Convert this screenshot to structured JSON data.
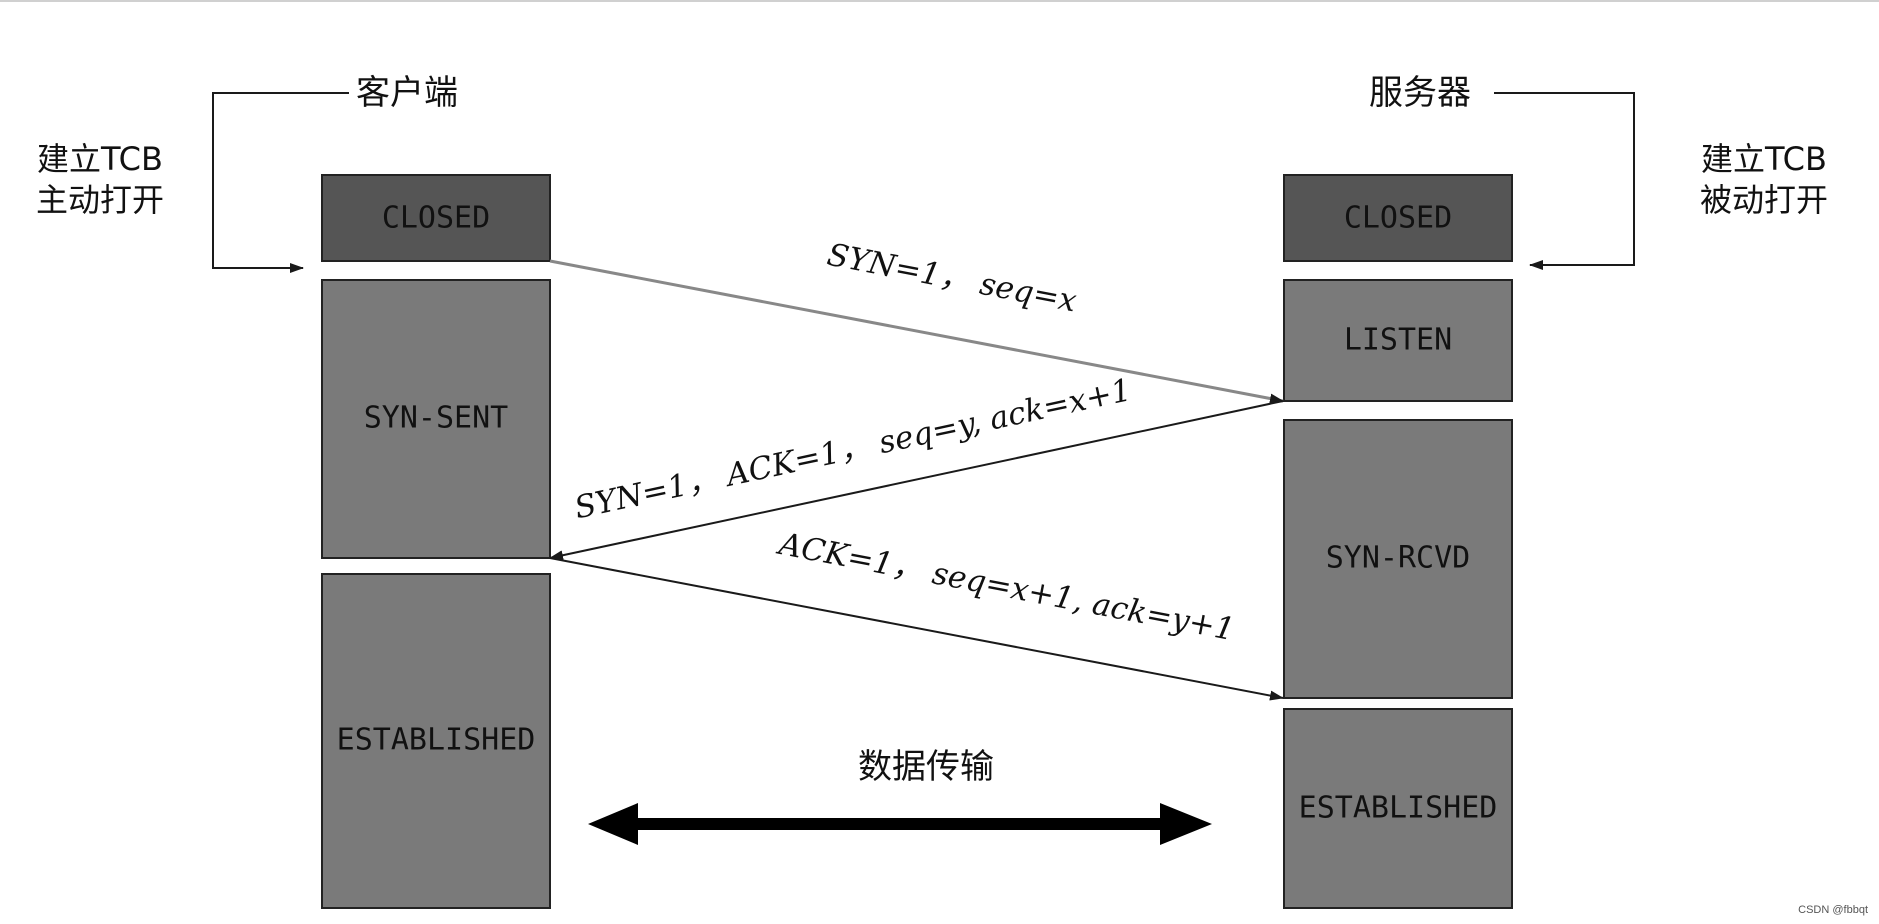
{
  "client": {
    "title": "客户端",
    "side_note_line1": "建立TCB",
    "side_note_line2": "主动打开",
    "states": [
      "CLOSED",
      "SYN-SENT",
      "ESTABLISHED"
    ]
  },
  "server": {
    "title": "服务器",
    "side_note_line1": "建立TCB",
    "side_note_line2": "被动打开",
    "states": [
      "CLOSED",
      "LISTEN",
      "SYN-RCVD",
      "ESTABLISHED"
    ]
  },
  "messages": [
    {
      "label": "SYN=1， seq=x",
      "direction": "client-to-server"
    },
    {
      "label": "SYN=1， ACK=1， seq=y, ack=x+1",
      "direction": "server-to-client"
    },
    {
      "label": "ACK=1， seq=x+1, ack=y+1",
      "direction": "client-to-server"
    }
  ],
  "data_transfer": {
    "label": "数据传输",
    "direction": "bidirectional"
  },
  "watermark": "CSDN @fbbqt",
  "colors": {
    "closed_state": "#555555",
    "state": "#7a7a7a",
    "border": "#222222",
    "line": "#1a1a1a"
  }
}
